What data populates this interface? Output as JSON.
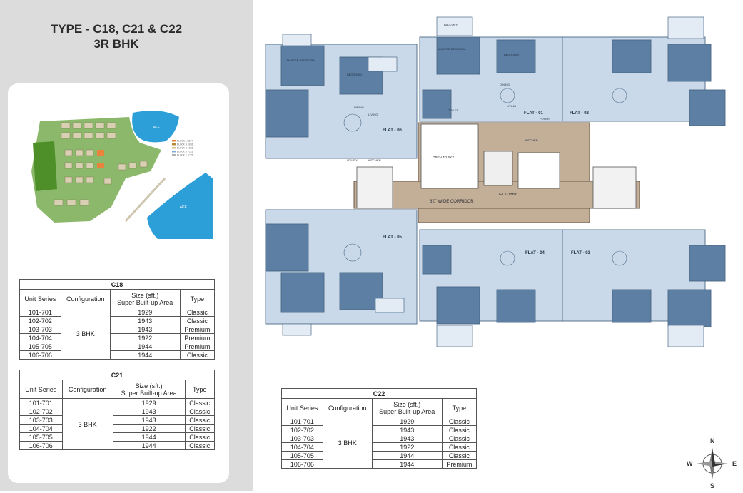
{
  "heading": {
    "line1": "TYPE - C18, C21 & C22",
    "line2": "3R BHK"
  },
  "siteplan": {
    "lake_top": "LAKE",
    "lake_bottom": "LAKE",
    "legend": [
      "BLOCK A : B14",
      "BLOCK B : B16",
      "BLOCK C : B18",
      "BLOCK D : C21",
      "BLOCK E : C22"
    ]
  },
  "table_headers": {
    "unit_series": "Unit Series",
    "configuration": "Configuration",
    "size_line1": "Size (sft.)",
    "size_line2": "Super Built-up Area",
    "type": "Type"
  },
  "tables": [
    {
      "name": "C18",
      "configuration": "3 BHK",
      "rows": [
        {
          "unit": "101-701",
          "size": "1929",
          "type": "Classic"
        },
        {
          "unit": "102-702",
          "size": "1943",
          "type": "Classic"
        },
        {
          "unit": "103-703",
          "size": "1943",
          "type": "Premium"
        },
        {
          "unit": "104-704",
          "size": "1922",
          "type": "Premium"
        },
        {
          "unit": "105-705",
          "size": "1944",
          "type": "Premium"
        },
        {
          "unit": "106-706",
          "size": "1944",
          "type": "Classic"
        }
      ]
    },
    {
      "name": "C21",
      "configuration": "3 BHK",
      "rows": [
        {
          "unit": "101-701",
          "size": "1929",
          "type": "Classic"
        },
        {
          "unit": "102-702",
          "size": "1943",
          "type": "Classic"
        },
        {
          "unit": "103-703",
          "size": "1943",
          "type": "Classic"
        },
        {
          "unit": "104-704",
          "size": "1922",
          "type": "Classic"
        },
        {
          "unit": "105-705",
          "size": "1944",
          "type": "Classic"
        },
        {
          "unit": "106-706",
          "size": "1944",
          "type": "Classic"
        }
      ]
    },
    {
      "name": "C22",
      "configuration": "3 BHK",
      "rows": [
        {
          "unit": "101-701",
          "size": "1929",
          "type": "Classic"
        },
        {
          "unit": "102-702",
          "size": "1943",
          "type": "Classic"
        },
        {
          "unit": "103-703",
          "size": "1943",
          "type": "Classic"
        },
        {
          "unit": "104-704",
          "size": "1922",
          "type": "Classic"
        },
        {
          "unit": "105-705",
          "size": "1944",
          "type": "Classic"
        },
        {
          "unit": "106-706",
          "size": "1944",
          "type": "Premium"
        }
      ]
    }
  ],
  "floorplan": {
    "flats": [
      "FLAT - 01",
      "FLAT - 02",
      "FLAT - 03",
      "FLAT - 04",
      "FLAT - 05",
      "FLAT - 06"
    ],
    "rooms": {
      "living": "LIVING",
      "dining": "DINING",
      "kitchen": "KITCHEN",
      "master_bedroom": "MASTER BEDROOM",
      "bedroom": "BEDROOM",
      "balcony": "BALCONY",
      "toilet": "TOILET",
      "utility": "UTILITY",
      "foyer": "FOYER"
    },
    "corridor": "6'0\" WIDE CORRIDOR",
    "lift_lobby": "LIFT LOBBY",
    "open_to_sky": "OPEN TO SKY"
  },
  "compass": {
    "n": "N",
    "s": "S",
    "e": "E",
    "w": "W"
  },
  "colors": {
    "panel_bg": "#dcdcdc",
    "room_fill": "#c9d9ea",
    "room_dark": "#5d7fa3",
    "corridor": "#c3ae98",
    "water": "#2c9ed8",
    "greenery": "#6fa53c"
  }
}
